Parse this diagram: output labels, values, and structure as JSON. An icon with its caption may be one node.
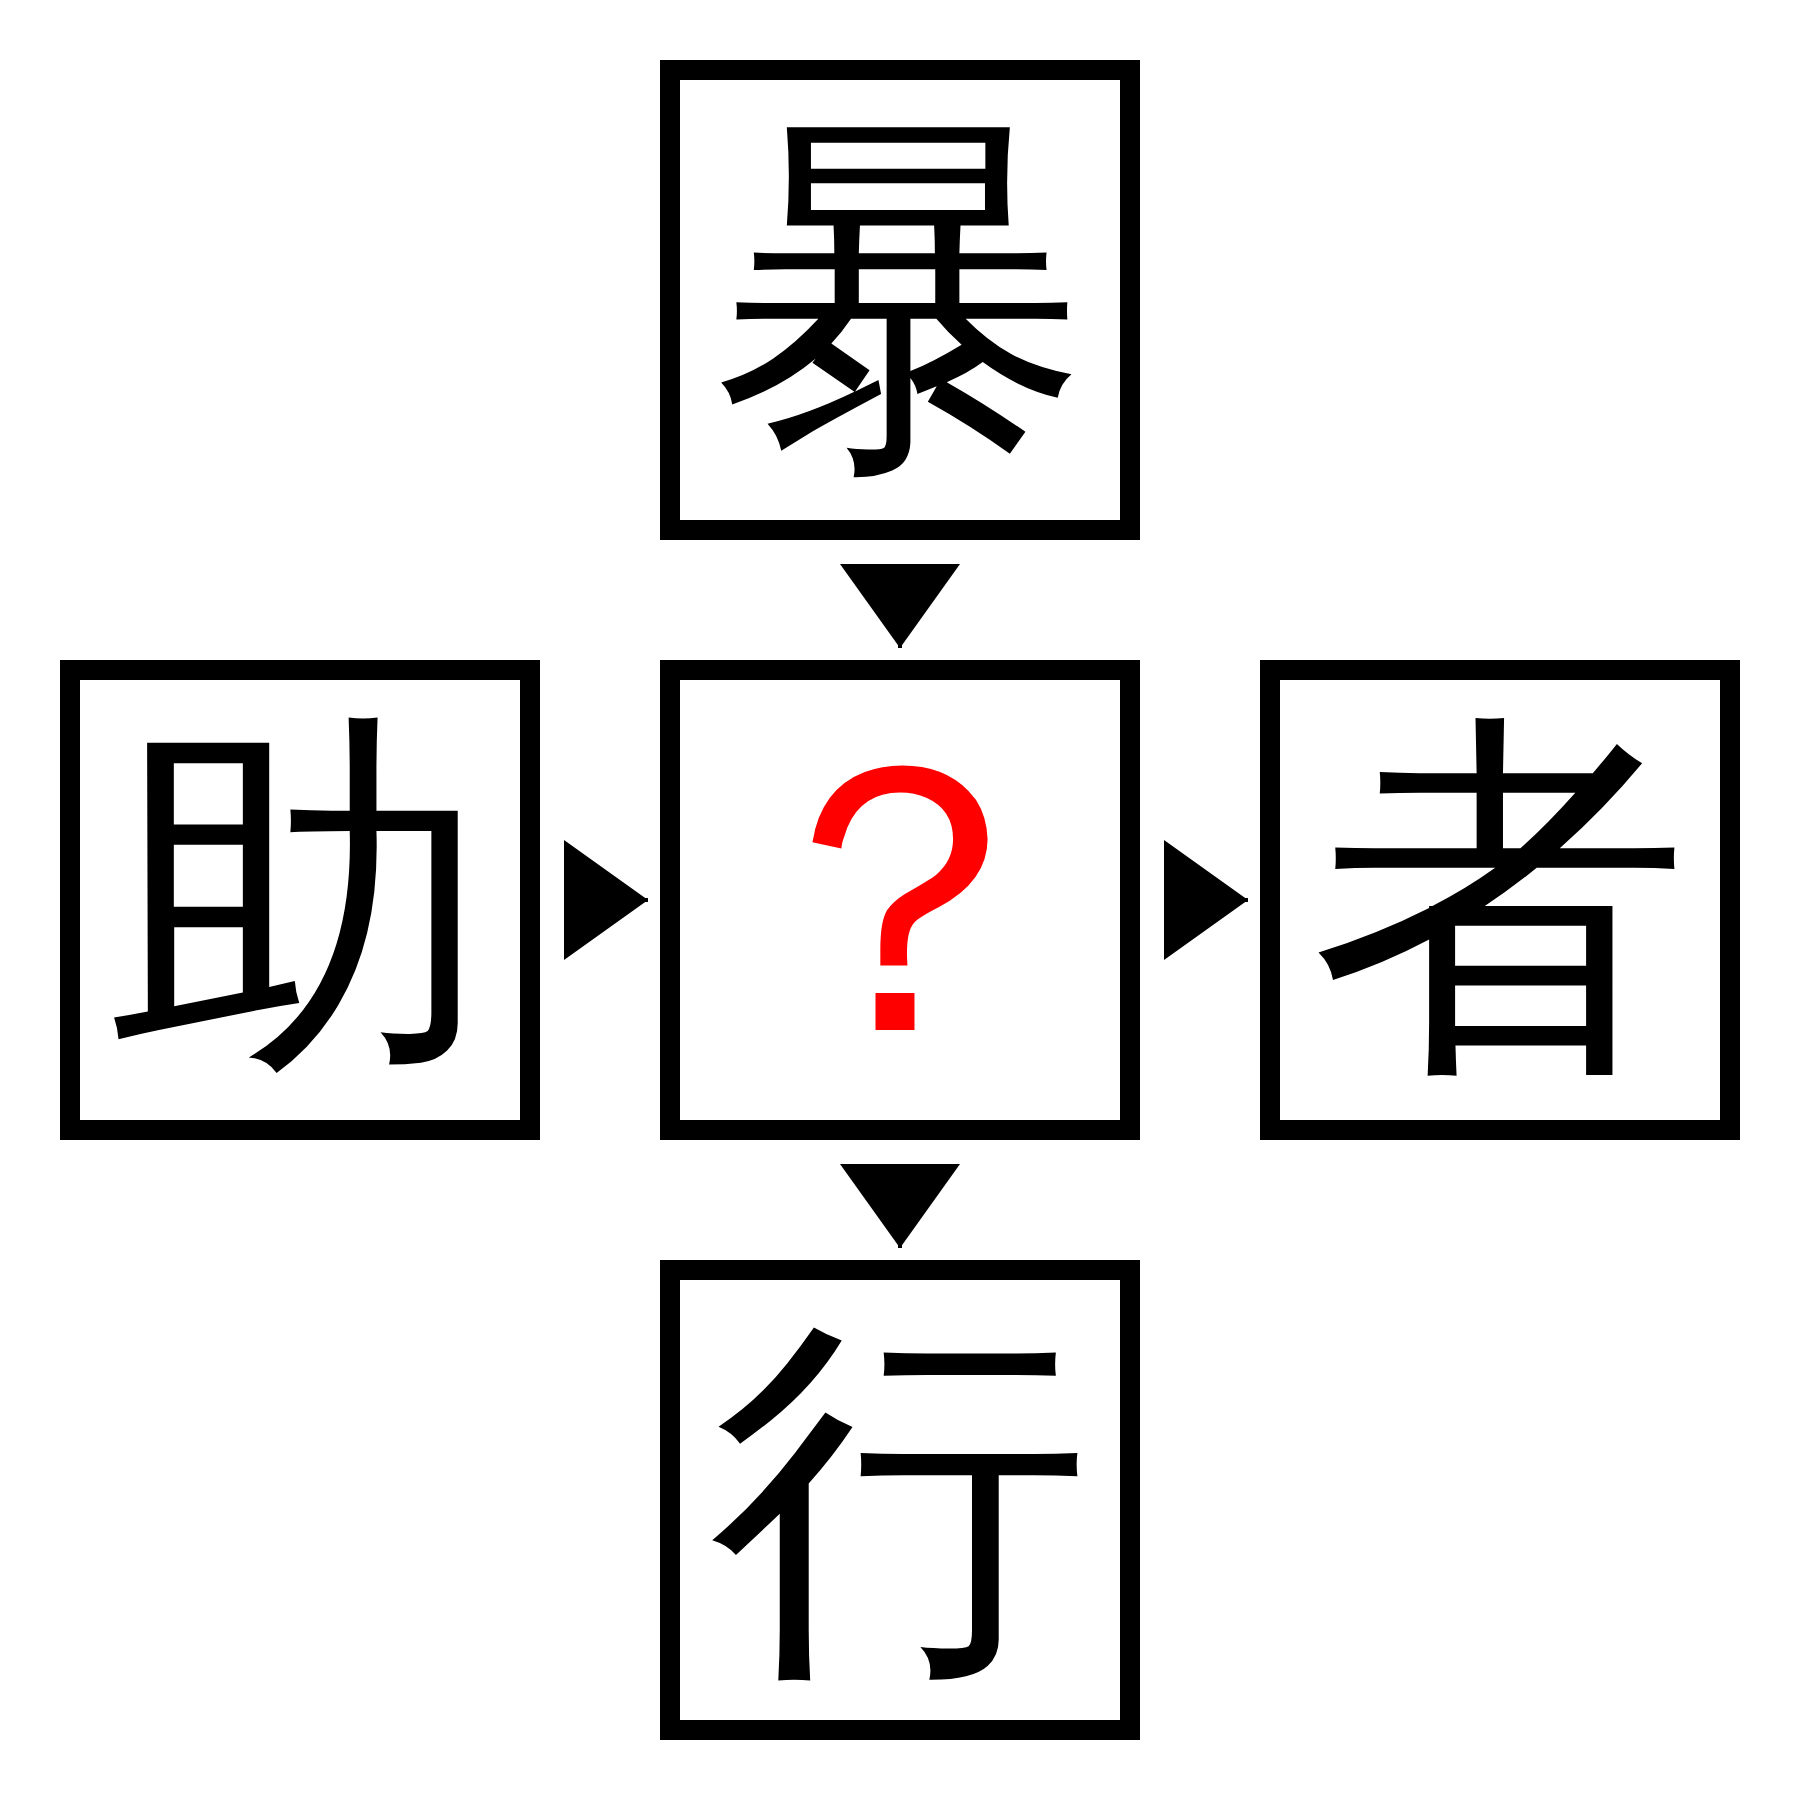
{
  "diagram": {
    "nodes": [
      {
        "text": [
          "暴"
        ]
      },
      {
        "text": [
          "助"
        ]
      },
      {
        "text": [
          "？"
        ]
      },
      {
        "text": [
          "者"
        ]
      },
      {
        "text": [
          "行"
        ]
      }
    ],
    "edges": [
      {
        "from": 0,
        "to": 2,
        "arrow": "to"
      },
      {
        "from": 1,
        "to": 2,
        "arrow": "to"
      },
      {
        "from": 2,
        "to": 3,
        "arrow": "to"
      },
      {
        "from": 2,
        "to": 4,
        "arrow": "to"
      }
    ]
  }
}
